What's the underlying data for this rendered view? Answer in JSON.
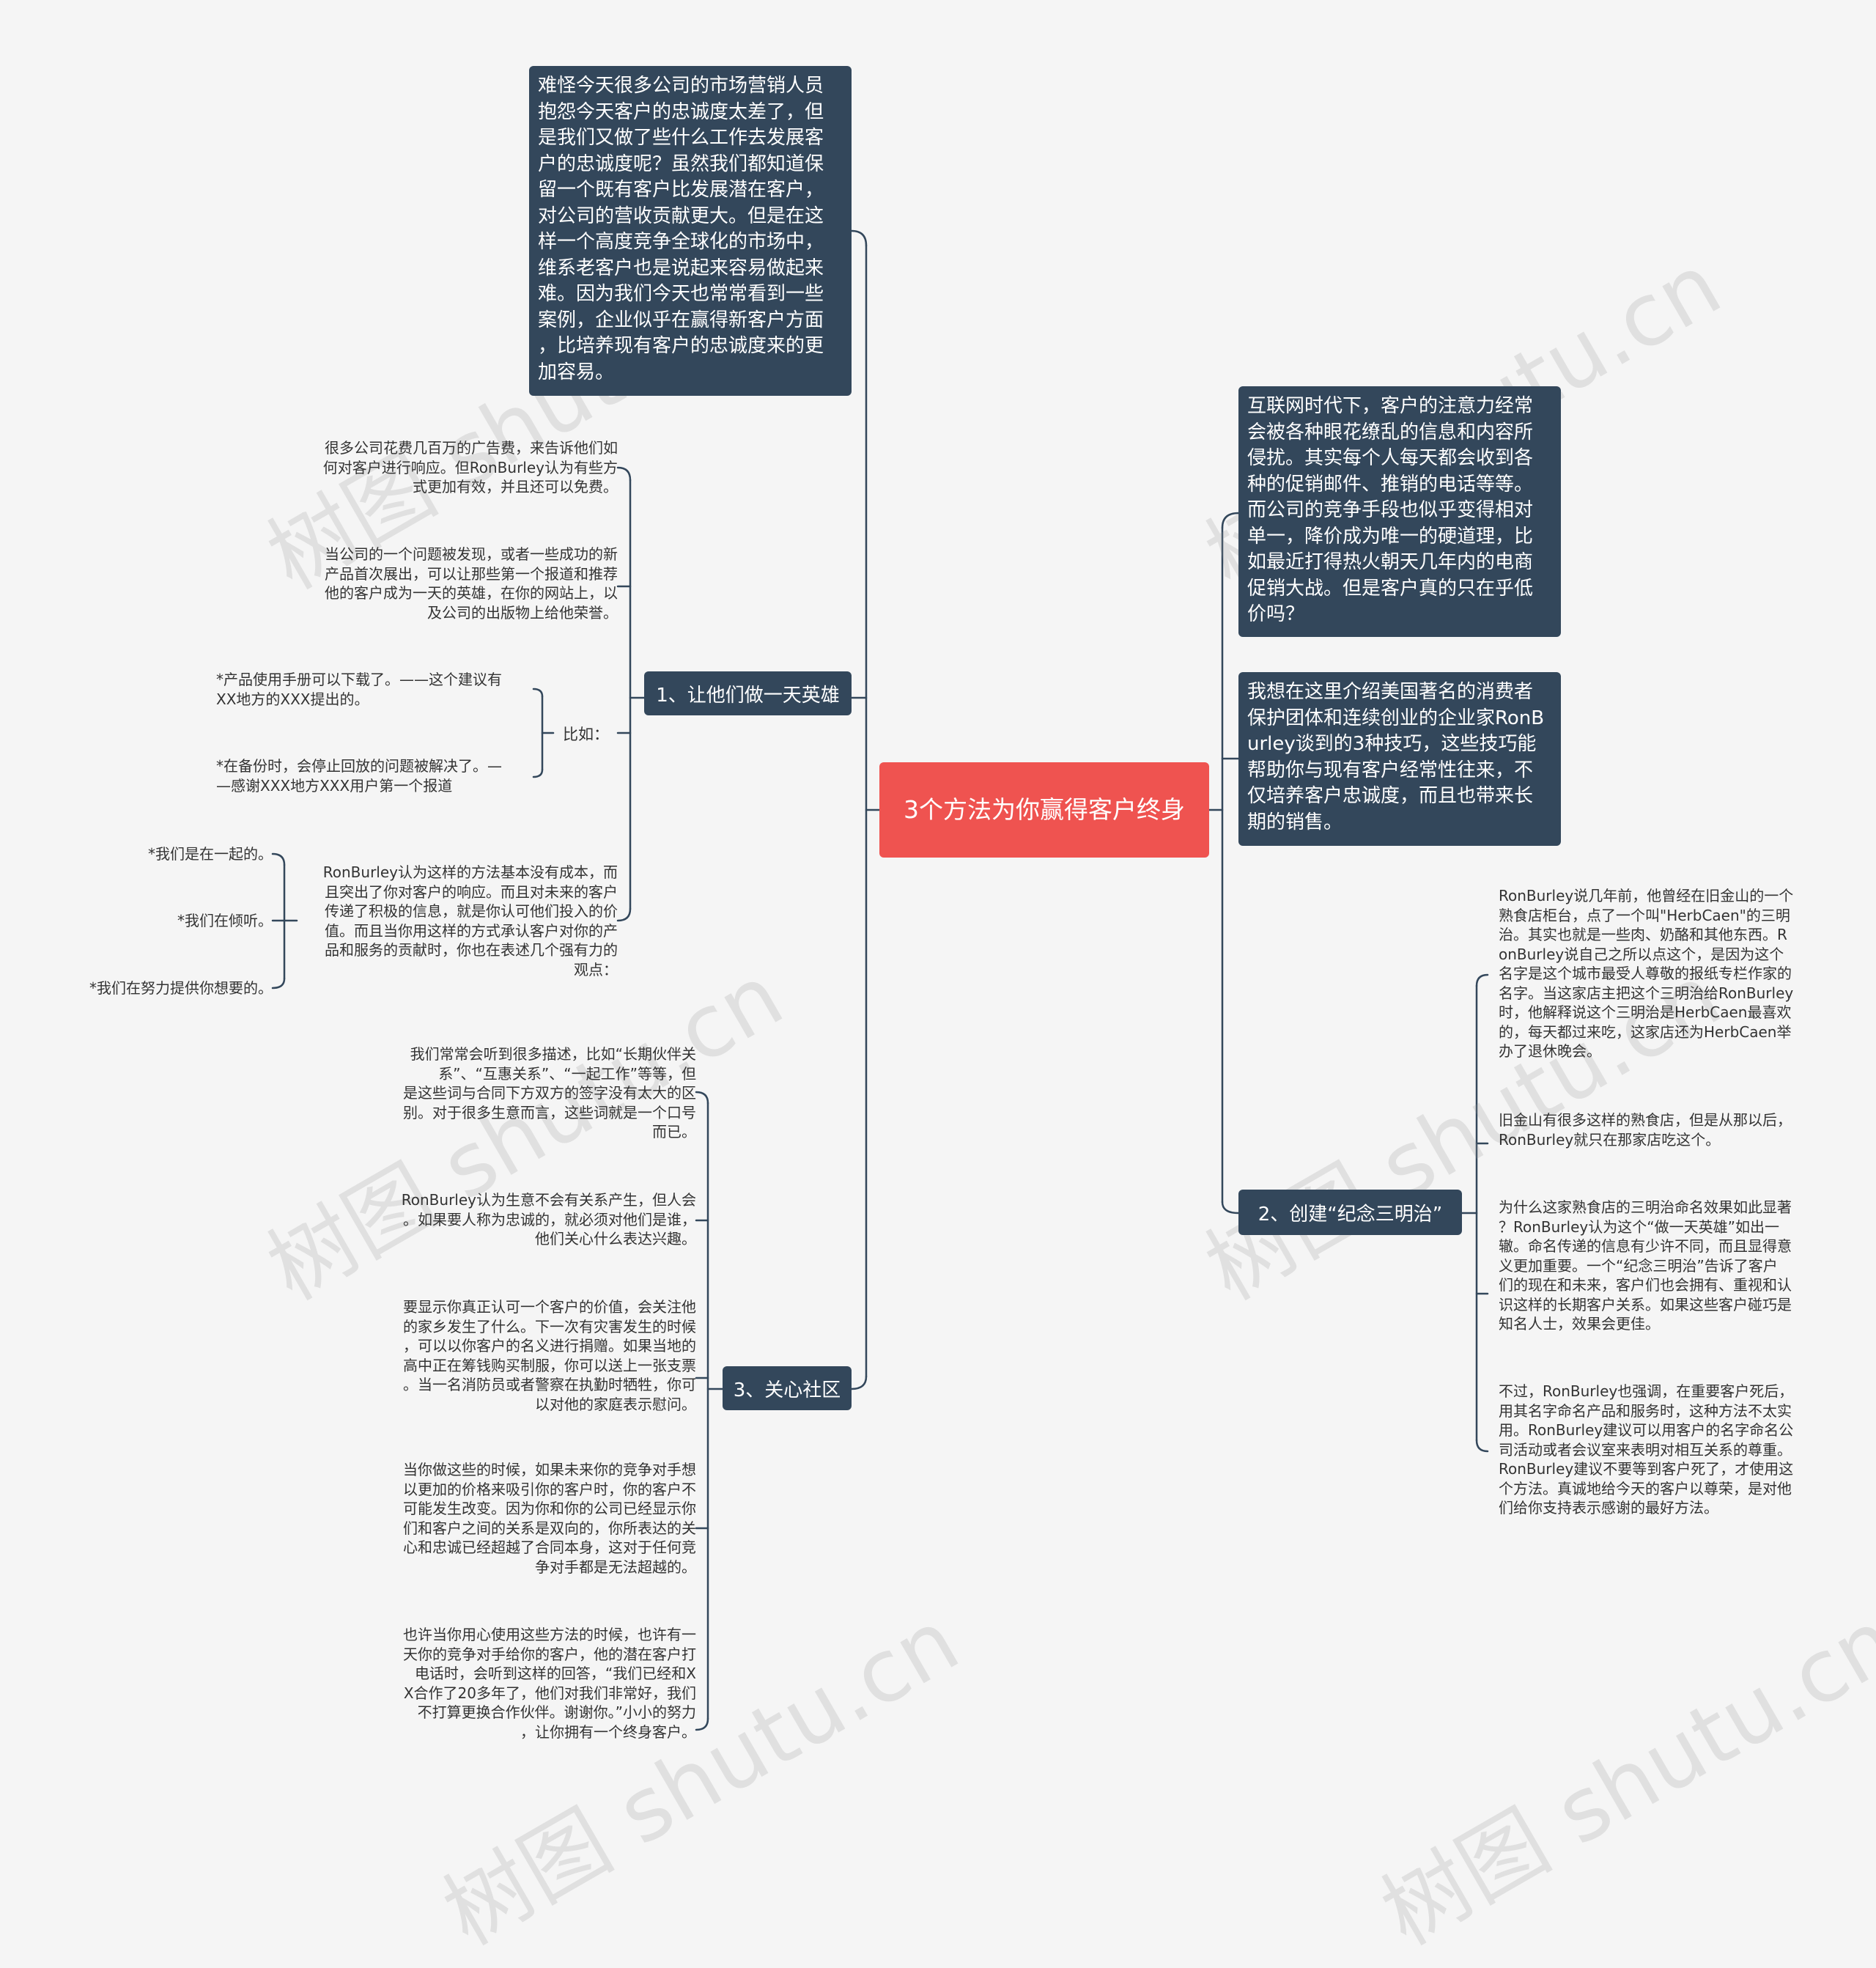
{
  "central": "3个方法为你赢得客户终身",
  "left": {
    "intro": "难怪今天很多公司的市场营销人员\n抱怨今天客户的忠诚度太差了，但\n是我们又做了些什么工作去发展客\n户的忠诚度呢？虽然我们都知道保\n留一个既有客户比发展潜在客户，\n对公司的营收贡献更大。但是在这\n样一个高度竞争全球化的市场中，\n维系老客户也是说起来容易做起来\n难。因为我们今天也常常看到一些\n案例，企业似乎在赢得新客户方面\n，比培养现有客户的忠诚度来的更\n加容易。",
    "branch1": {
      "title": "1、让他们做一天英雄",
      "leaf1": "很多公司花费几百万的广告费，来告诉他们如\n何对客户进行响应。但RonBurley认为有些方\n式更加有效，并且还可以免费。",
      "leaf2": "当公司的一个问题被发现，或者一些成功的新\n产品首次展出，可以让那些第一个报道和推荐\n他的客户成为一天的英雄，在你的网站上，以\n及公司的出版物上给他荣誉。",
      "example_label": "比如：",
      "example1": "*产品使用手册可以下载了。——这个建议有\nXX地方的XXX提出的。",
      "example2": "*在备份时，会停止回放的问题被解决了。—\n—感谢XXX地方XXX用户第一个报道",
      "leaf3": "RonBurley认为这样的方法基本没有成本，而\n且突出了你对客户的响应。而且对未来的客户\n传递了积极的信息，就是你认可他们投入的价\n值。而且当你用这样的方式承认客户对你的产\n品和服务的贡献时，你也在表述几个强有力的\n观点：",
      "point1": "*我们是在一起的。",
      "point2": "*我们在倾听。",
      "point3": "*我们在努力提供你想要的。"
    },
    "branch3": {
      "title": "3、关心社区",
      "leaf1": "我们常常会听到很多描述，比如“长期伙伴关\n系”、“互惠关系”、“一起工作”等等，但\n是这些词与合同下方双方的签字没有太大的区\n别。对于很多生意而言，这些词就是一个口号\n而已。",
      "leaf2": "RonBurley认为生意不会有关系产生，但人会\n。如果要人称为忠诚的，就必须对他们是谁，\n他们关心什么表达兴趣。",
      "leaf3": "要显示你真正认可一个客户的价值，会关注他\n的家乡发生了什么。下一次有灾害发生的时候\n，可以以你客户的名义进行捐赠。如果当地的\n高中正在筹钱购买制服，你可以送上一张支票\n。当一名消防员或者警察在执勤时牺牲，你可\n以对他的家庭表示慰问。",
      "leaf4": "当你做这些的时候，如果未来你的竞争对手想\n以更加的价格来吸引你的客户时，你的客户不\n可能发生改变。因为你和你的公司已经显示你\n们和客户之间的关系是双向的，你所表达的关\n心和忠诚已经超越了合同本身，这对于任何竞\n争对手都是无法超越的。",
      "leaf5": "也许当你用心使用这些方法的时候，也许有一\n天你的竞争对手给你的客户，他的潜在客户打\n电话时，会听到这样的回答，“我们已经和X\nX合作了20多年了，他们对我们非常好，我们\n不打算更换合作伙伴。谢谢你。”小小的努力\n，让你拥有一个终身客户。"
    }
  },
  "right": {
    "intro1": "互联网时代下，客户的注意力经常\n会被各种眼花缭乱的信息和内容所\n侵扰。其实每个人每天都会收到各\n种的促销邮件、推销的电话等等。\n而公司的竞争手段也似乎变得相对\n单一，降价成为唯一的硬道理，比\n如最近打得热火朝天几年内的电商\n促销大战。但是客户真的只在乎低\n价吗？",
    "intro2": "我想在这里介绍美国著名的消费者\n保护团体和连续创业的企业家RonB\nurley谈到的3种技巧，这些技巧能\n帮助你与现有客户经常性往来，不\n仅培养客户忠诚度，而且也带来长\n期的销售。",
    "branch2": {
      "title": "2、创建“纪念三明治”",
      "leaf1": "RonBurley说几年前，他曾经在旧金山的一个\n熟食店柜台，点了一个叫\"HerbCaen\"的三明\n治。其实也就是一些肉、奶酪和其他东西。R\nonBurley说自己之所以点这个，是因为这个\n名字是这个城市最受人尊敬的报纸专栏作家的\n名字。当这家店主把这个三明治给RonBurley\n时，他解释说这个三明治是HerbCaen最喜欢\n的，每天都过来吃，这家店还为HerbCaen举\n办了退休晚会。",
      "leaf2": "旧金山有很多这样的熟食店，但是从那以后，\nRonBurley就只在那家店吃这个。",
      "leaf3": "为什么这家熟食店的三明治命名效果如此显著\n？RonBurley认为这个“做一天英雄”如出一\n辙。命名传递的信息有少许不同，而且显得意\n义更加重要。一个“纪念三明治”告诉了客户\n们的现在和未来，客户们也会拥有、重视和认\n识这样的长期客户关系。如果这些客户碰巧是\n知名人士，效果会更佳。",
      "leaf4": "不过，RonBurley也强调，在重要客户死后，\n用其名字命名产品和服务时，这种方法不太实\n用。RonBurley建议可以用客户的名字命名公\n司活动或者会议室来表明对相互关系的尊重。\nRonBurley建议不要等到客户死了，才使用这\n个方法。真诚地给今天的客户以尊荣，是对他\n们给你支持表示感谢的最好方法。"
    }
  },
  "watermark": "树图 shutu.cn",
  "colors": {
    "background": "#f5f5f5",
    "central": "#ef5350",
    "node": "#33475b",
    "line": "#33475b",
    "text": "#333333"
  }
}
